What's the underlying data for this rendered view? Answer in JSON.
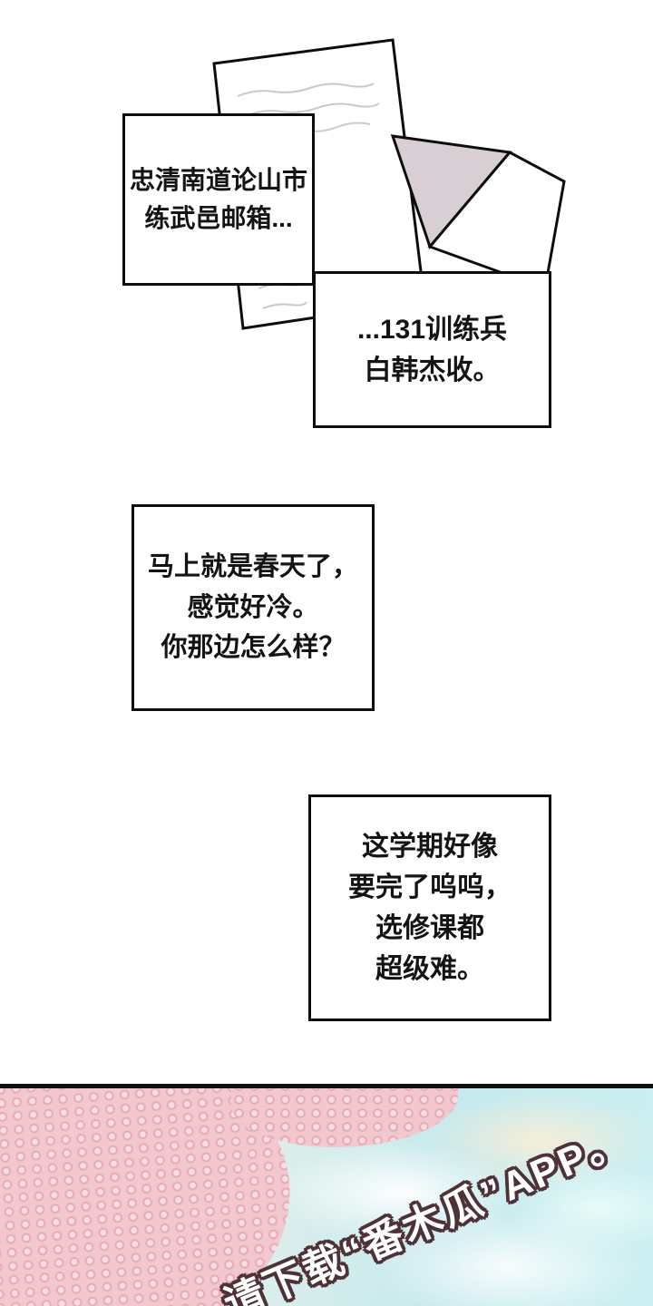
{
  "page": {
    "type": "comic-page"
  },
  "narration_boxes": [
    {
      "lines": [
        "忠清南道论山市",
        "练武邑邮箱..."
      ]
    },
    {
      "lines": [
        "...131训练兵",
        "白韩杰收。"
      ]
    },
    {
      "lines": [
        "马上就是春天了，",
        "感觉好冷。",
        "你那边怎么样？"
      ]
    },
    {
      "lines": [
        "这学期好像",
        "要完了呜呜，",
        "选修课都",
        "超级难。"
      ]
    }
  ],
  "watermark": {
    "text": "请下载“番木瓜”APP。"
  },
  "illustration": {
    "icons": [
      "letter-paper-icon",
      "envelope-icon",
      "handwriting-lines-icon",
      "cherry-blossom-icon",
      "cloud-icon"
    ]
  },
  "colors": {
    "outline": "#0d0d0d",
    "envelope_flap": "#d8cfd4",
    "blossom_pink": "#f2c7cd",
    "sky_teal": "#c6e9ed",
    "watermark_fill": "#ffffff",
    "watermark_outline": "#4e3237"
  }
}
